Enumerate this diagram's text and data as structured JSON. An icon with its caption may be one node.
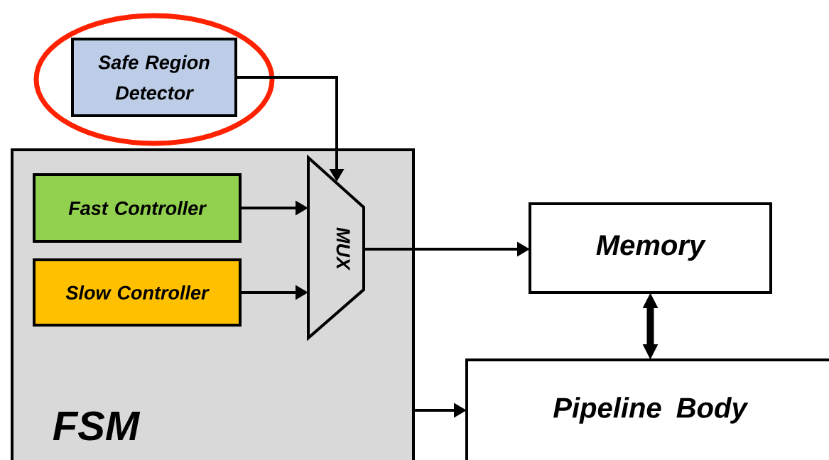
{
  "diagram": {
    "nodes": [
      {
        "text": [
          "Safe Region Detector"
        ]
      },
      {
        "text": [
          "FSM"
        ]
      },
      {
        "text": [
          "Fast Controller"
        ],
        "in": 1
      },
      {
        "text": [
          "Slow Controller"
        ],
        "in": 1
      },
      {
        "text": [
          "MUX"
        ],
        "in": 1
      },
      {
        "text": [
          "Memory"
        ]
      },
      {
        "text": [
          "Pipeline Body"
        ]
      }
    ],
    "edges": [
      {
        "from": 0,
        "to": 4,
        "arrow": "to"
      },
      {
        "from": 2,
        "to": 4,
        "arrow": "to"
      },
      {
        "from": 3,
        "to": 4,
        "arrow": "to"
      },
      {
        "from": 4,
        "to": 5,
        "arrow": "to"
      },
      {
        "from": 5,
        "to": 6,
        "arrow": "both",
        "style": "thick"
      },
      {
        "from": 1,
        "to": 6,
        "arrow": "to"
      }
    ]
  }
}
